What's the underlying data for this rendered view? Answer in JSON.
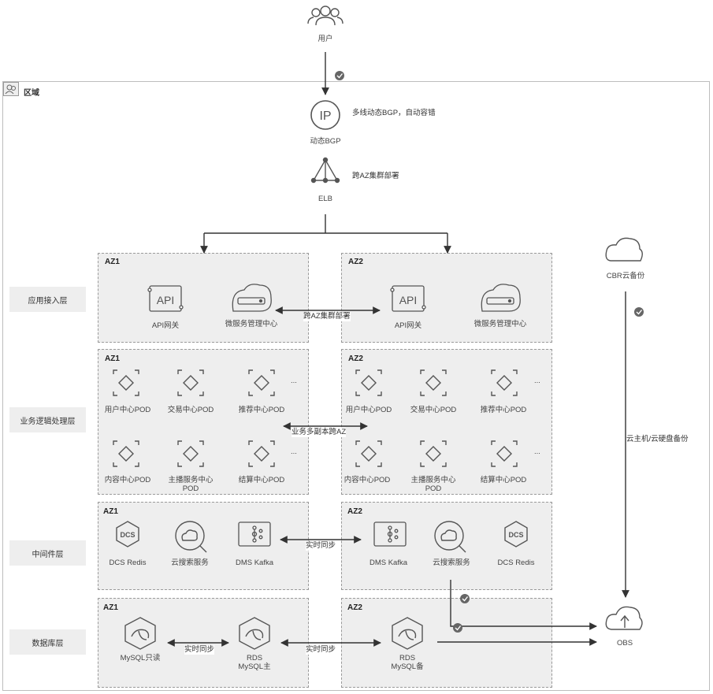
{
  "user": {
    "label": "用户"
  },
  "region": {
    "title": "区域"
  },
  "bgp": {
    "label": "动态BGP",
    "note": "多线动态BGP，自动容错"
  },
  "elb": {
    "label": "ELB",
    "note": "跨AZ集群部署"
  },
  "layers": [
    "应用接入层",
    "业务逻辑处理层",
    "中间件层",
    "数据库层"
  ],
  "az_labels": {
    "az1": "AZ1",
    "az2": "AZ2"
  },
  "access": {
    "api": "API网关",
    "mgmt": "微服务管理中心",
    "link": "跨AZ集群部署",
    "api_icon": "API"
  },
  "logic": {
    "row1": [
      "用户中心POD",
      "交易中心POD",
      "推荐中心POD"
    ],
    "row2": [
      "内容中心POD",
      "主播服务中心POD",
      "结算中心POD"
    ],
    "more": "...",
    "link": "业务多副本跨AZ"
  },
  "middleware": {
    "dcs": "DCS Redis",
    "dcs_icon": "DCS",
    "search": "云搜索服务",
    "kafka": "DMS Kafka",
    "link": "实时同步"
  },
  "database": {
    "readonly": "MySQL只读",
    "master": "RDS MySQL主",
    "standby": "RDS MySQL备",
    "link1": "实时同步",
    "link2": "实时同步"
  },
  "cbr": {
    "label": "CBR云备份",
    "note": "云主机/云硬盘备份"
  },
  "obs": {
    "label": "OBS"
  },
  "colors": {
    "border": "#9a9a9a",
    "fill": "#eeeeee",
    "line": "#333333",
    "icon": "#555555",
    "check": "#666666"
  },
  "icons": [
    "user-group-icon",
    "ip-icon",
    "elb-icon",
    "api-gateway-icon",
    "cloud-server-icon",
    "pod-icon",
    "dcs-icon",
    "cloud-search-icon",
    "kafka-icon",
    "mysql-icon",
    "cloud-icon",
    "cloud-upload-icon",
    "check-icon"
  ]
}
